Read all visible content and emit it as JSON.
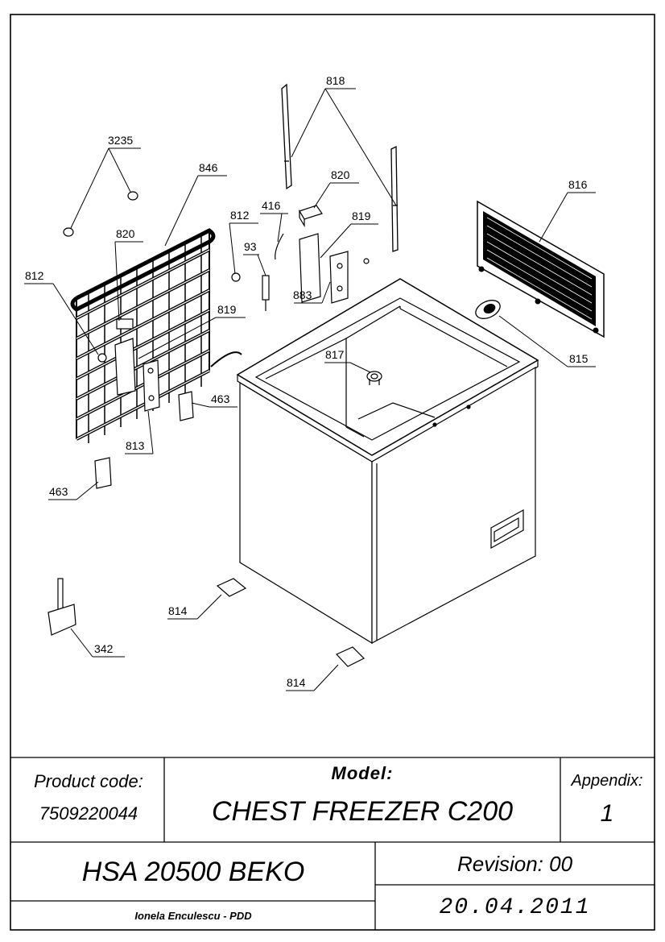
{
  "callouts": [
    {
      "id": "c818",
      "text": "818"
    },
    {
      "id": "c3235",
      "text": "3235"
    },
    {
      "id": "c846",
      "text": "846"
    },
    {
      "id": "c820a",
      "text": "820"
    },
    {
      "id": "c816",
      "text": "816"
    },
    {
      "id": "c820b",
      "text": "820"
    },
    {
      "id": "c416",
      "text": "416"
    },
    {
      "id": "c812a",
      "text": "812"
    },
    {
      "id": "c819a",
      "text": "819"
    },
    {
      "id": "c93",
      "text": "93"
    },
    {
      "id": "c812b",
      "text": "812"
    },
    {
      "id": "c883",
      "text": "883"
    },
    {
      "id": "c819b",
      "text": "819"
    },
    {
      "id": "c817",
      "text": "817"
    },
    {
      "id": "c815",
      "text": "815"
    },
    {
      "id": "c463a",
      "text": "463"
    },
    {
      "id": "c813",
      "text": "813"
    },
    {
      "id": "c463b",
      "text": "463"
    },
    {
      "id": "c814a",
      "text": "814"
    },
    {
      "id": "c342",
      "text": "342"
    },
    {
      "id": "c814b",
      "text": "814"
    }
  ],
  "title_block": {
    "product_code_label": "Product code:",
    "product_code_value": "7509220044",
    "model_label": "Model:",
    "model_value": "CHEST FREEZER C200",
    "appendix_label": "Appendix:",
    "appendix_value": "1",
    "brand_model": "HSA 20500 BEKO",
    "revision": "Revision: 00",
    "author": "Ionela Enculescu - PDD",
    "date": "20.04.2011"
  }
}
